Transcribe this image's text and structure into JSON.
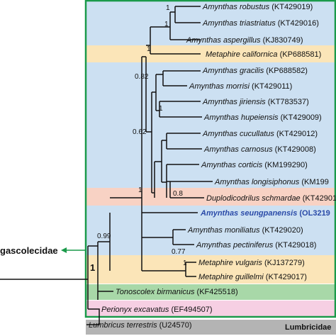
{
  "colors": {
    "frame": "#1a9a4a",
    "blue_band": "#cce0f2",
    "yellow_band": "#fbe5b8",
    "salmon_band": "#f8d2c4",
    "green_band": "#a8d8a8",
    "pink_band": "#f6cfe3",
    "gray_band": "#b4b4b4",
    "highlight_text": "#2a4aa8",
    "branch": "#111111"
  },
  "taxa": [
    {
      "species": "Amynthas robustus",
      "accession": "(KT429019)"
    },
    {
      "species": "Amynthas triastriatus",
      "accession": "(KT429016)"
    },
    {
      "species": "Amynthas aspergillus",
      "accession": "(KJ830749)"
    },
    {
      "species": "Metaphire californica",
      "accession": "(KP688581)"
    },
    {
      "species": "Amynthas gracilis",
      "accession": "(KP688582)"
    },
    {
      "species": "Amynthas morrisi",
      "accession": "(KT429011)"
    },
    {
      "species": "Amynthas jiriensis",
      "accession": "(KT783537)"
    },
    {
      "species": "Amynthas hupeiensis",
      "accession": "(KT429009)"
    },
    {
      "species": "Amynthas cucullatus",
      "accession": "(KT429012)"
    },
    {
      "species": "Amynthas carnosus",
      "accession": "(KT429008)"
    },
    {
      "species": "Amynthas corticis",
      "accession": "(KM199290)"
    },
    {
      "species": "Amynthas longisiphonus",
      "accession": "(KM199"
    },
    {
      "species": "Duplodicodrilus schmardae",
      "accession": "(KT42901"
    },
    {
      "species": "Amynthas seungpanensis",
      "accession": "(OL3219"
    },
    {
      "species": "Amynthas moniliatus",
      "accession": "(KT429020)"
    },
    {
      "species": "Amynthas pectiniferus",
      "accession": "(KT429018)"
    },
    {
      "species": "Metaphire vulgaris",
      "accession": "(KJ137279)"
    },
    {
      "species": "Metaphire guillelmi",
      "accession": "(KT429017)"
    },
    {
      "species": "Tonoscolex birmanicus",
      "accession": "(KF425518)"
    },
    {
      "species": "Perionyx excavatus",
      "accession": "(EF494507)"
    },
    {
      "species": "Lumbricus terrestris",
      "accession": "(U24570)"
    }
  ],
  "supports": {
    "robustus_triastriatus": "1",
    "robustus_aspergillus": "1",
    "californica_node": "1",
    "gracilis_node": "0.82",
    "jiriensis_hupeiensis": "1",
    "upper_major": "0.62",
    "longisiphonus_schmardae": "0.8",
    "core_clade": "1",
    "amynthas_metaphire": "0.99",
    "moniliatus_pectiniferus": "0.77",
    "vulgaris_guillelmi": "1",
    "root": "1"
  },
  "families": {
    "megascolecidae": "gascolecidae",
    "lumbricidae": "Lumbricidae"
  }
}
